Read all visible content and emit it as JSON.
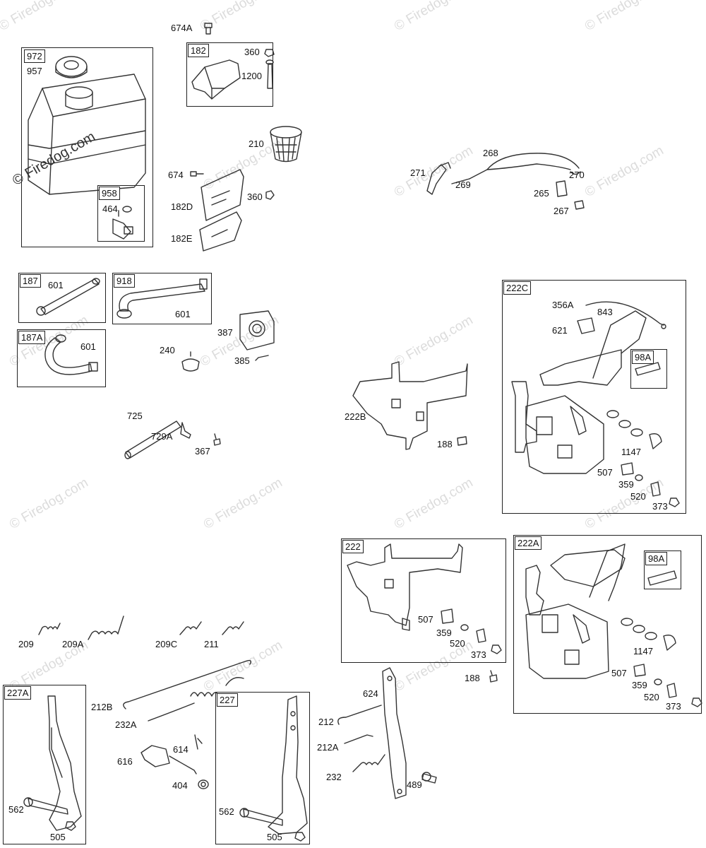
{
  "watermark": "© Firedog.com",
  "tank_watermark": "© Firedog.com",
  "boxes": {
    "b972": "972",
    "b182": "182",
    "b958": "958",
    "b187": "187",
    "b918": "918",
    "b187a": "187A",
    "b222c": "222C",
    "b98a_top": "98A",
    "b222": "222",
    "b222a": "222A",
    "b98a_bot": "98A",
    "b227a": "227A",
    "b227": "227"
  },
  "labels": {
    "l674a": "674A",
    "l360a": "360",
    "l1200": "1200",
    "l957": "957",
    "l210": "210",
    "l674": "674",
    "l182d": "182D",
    "l360b": "360",
    "l182e": "182E",
    "l464": "464",
    "l268": "268",
    "l271": "271",
    "l269": "269",
    "l270": "270",
    "l265": "265",
    "l267": "267",
    "l601a": "601",
    "l601b": "601",
    "l601c": "601",
    "l387": "387",
    "l240": "240",
    "l385": "385",
    "l725": "725",
    "l729a": "729A",
    "l367": "367",
    "l356a": "356A",
    "l843": "843",
    "l621": "621",
    "l1147a": "1147",
    "l507a": "507",
    "l359a": "359",
    "l520a": "520",
    "l373a": "373",
    "l222b": "222B",
    "l188a": "188",
    "l507b": "507",
    "l359b": "359",
    "l520b": "520",
    "l373b": "373",
    "l188b": "188",
    "l1147b": "1147",
    "l507c": "507",
    "l359c": "359",
    "l520c": "520",
    "l373c": "373",
    "l209": "209",
    "l209a": "209A",
    "l209c": "209C",
    "l211": "211",
    "l212b": "212B",
    "l232a": "232A",
    "l614": "614",
    "l616": "616",
    "l404": "404",
    "l562a": "562",
    "l505a": "505",
    "l562b": "562",
    "l505b": "505",
    "l624": "624",
    "l212": "212",
    "l212a": "212A",
    "l232": "232",
    "l489": "489"
  }
}
